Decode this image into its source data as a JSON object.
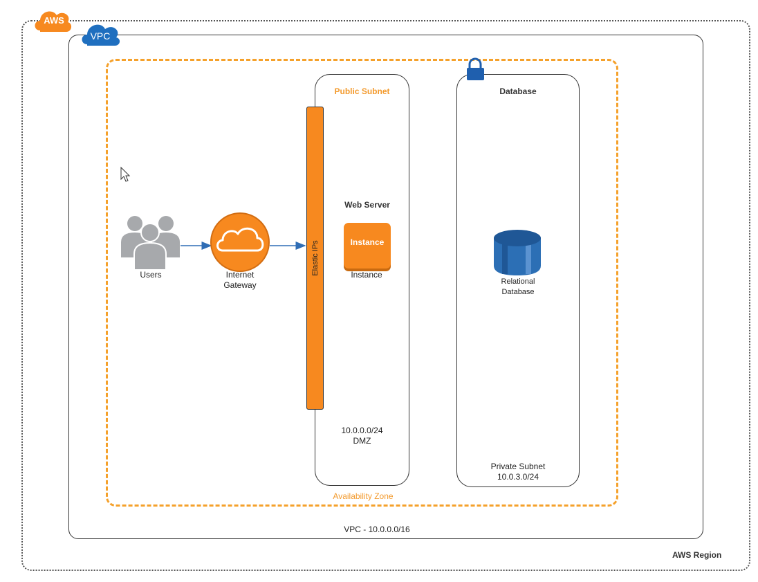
{
  "region": {
    "label": "AWS Region"
  },
  "vpc": {
    "label": "VPC - 10.0.0.0/16",
    "badge": "VPC"
  },
  "aws": {
    "badge": "AWS"
  },
  "availability_zone": {
    "label": "Availability Zone"
  },
  "public_subnet": {
    "title": "Public Subnet",
    "section": "Web Server",
    "cidr": "10.0.0.0/24",
    "zone": "DMZ"
  },
  "elastic_ips": {
    "label": "Elastic IPs"
  },
  "instance": {
    "box_label": "Instance",
    "caption": "Instance"
  },
  "users": {
    "caption": "Users"
  },
  "internet_gateway": {
    "caption_line1": "Internet",
    "caption_line2": "Gateway"
  },
  "database_subnet": {
    "title": "Database",
    "db_caption_line1": "Relational",
    "db_caption_line2": "Database",
    "label": "Private Subnet",
    "cidr": "10.0.3.0/24"
  },
  "colors": {
    "aws_orange": "#f7891f",
    "az_dash": "#f5a12b",
    "vpc_blue": "#1f6fbf",
    "db_blue": "#2c6fb5",
    "arrow_blue": "#2f6db5",
    "users_gray": "#a7a9ac"
  },
  "icons": {
    "aws": "cloud-badge-icon",
    "vpc": "cloud-badge-icon",
    "lock": "padlock-icon",
    "users": "users-group-icon",
    "gateway": "cloud-gateway-icon",
    "database": "database-cylinder-icon",
    "cursor": "mouse-pointer-icon"
  }
}
